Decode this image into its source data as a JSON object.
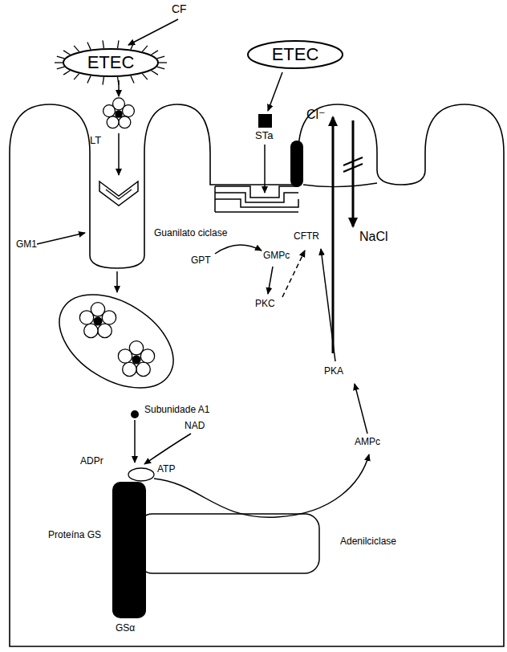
{
  "diagram": {
    "nodes": [
      {
        "text": [
          "ETEC"
        ]
      },
      {
        "text": [
          "ETEC"
        ]
      }
    ],
    "labels": [
      "CF",
      "LT",
      "GM1",
      "STa",
      "Guanilato ciclase",
      "GPT",
      "GMPc",
      "PKC",
      "CFTR",
      "Cl⁻",
      "NaCl",
      "PKA",
      "AMPc",
      "Subunidade A1",
      "NAD",
      "ADPr",
      "ATP",
      "Proteína GS",
      "GSα",
      "Adenilciclase"
    ]
  }
}
